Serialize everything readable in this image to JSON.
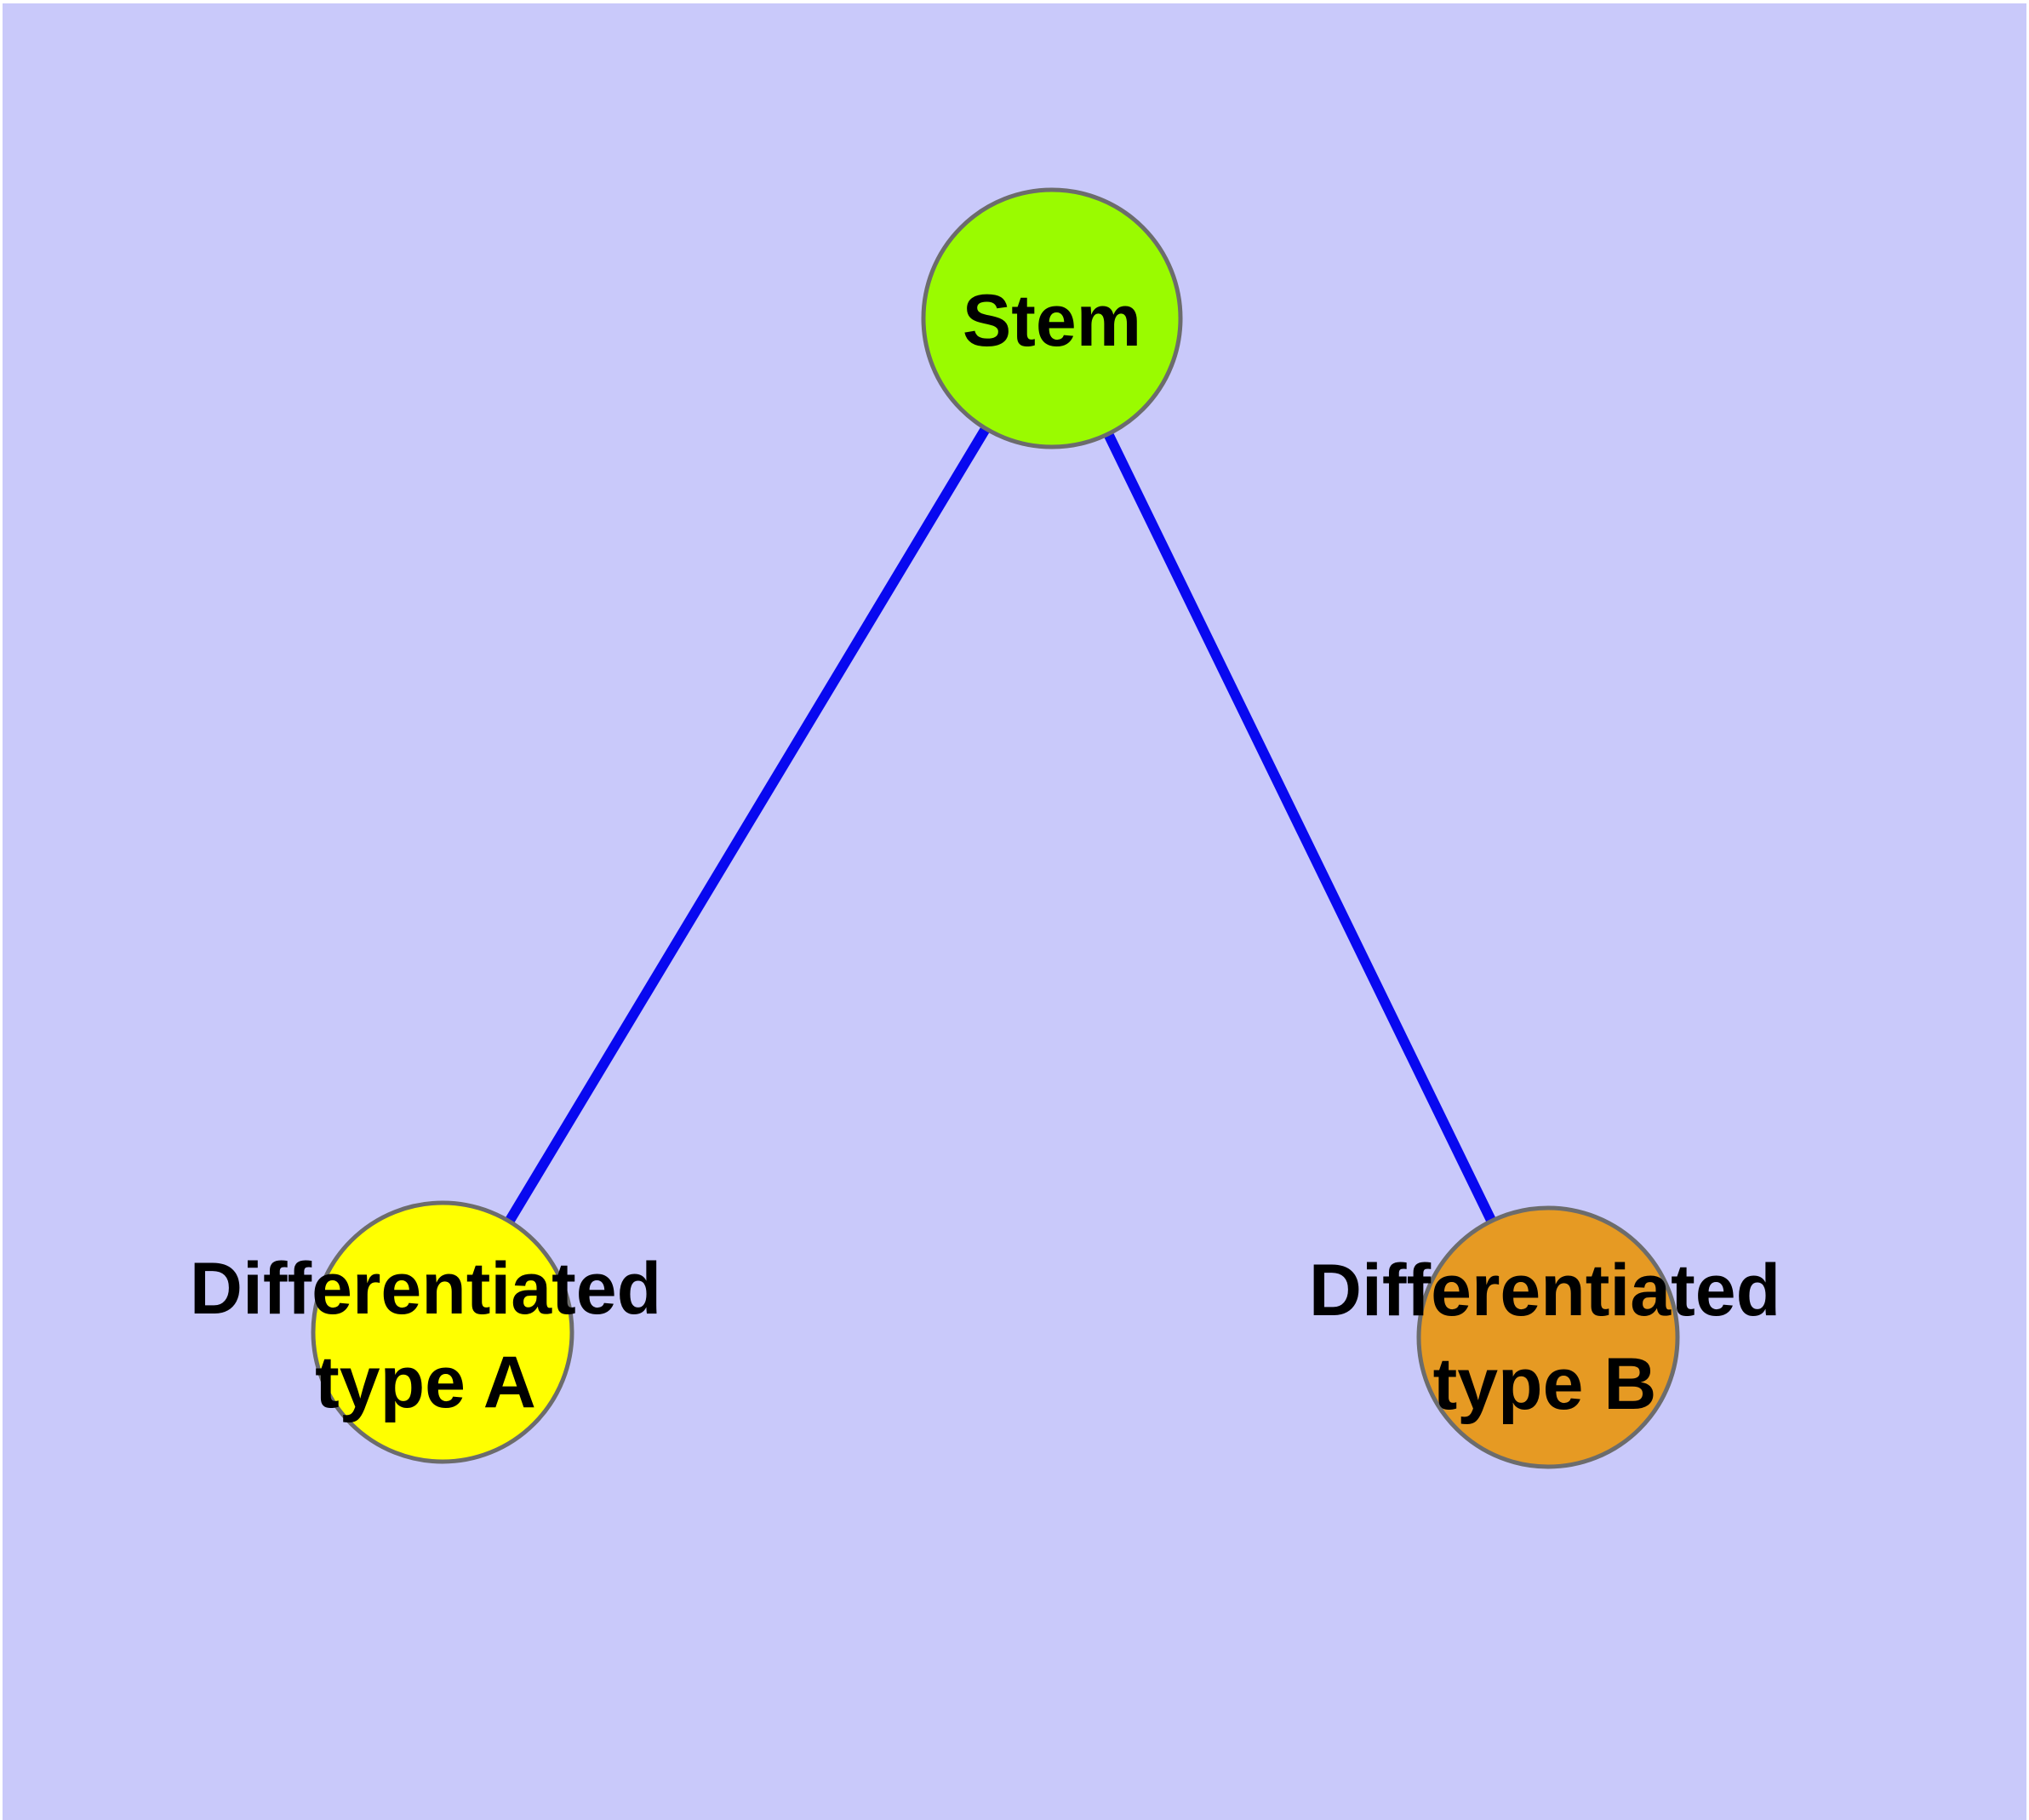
{
  "palette": {
    "background": "#C9C9FA",
    "page_margin": "#FFFFFF",
    "edge_color": "#0808F0",
    "node_border": "#6C6C6C",
    "label_color": "#000000"
  },
  "graph": {
    "nodes": [
      {
        "id": "stem",
        "label": "Stem",
        "label_lines": [
          "Stem"
        ],
        "fill": "#9AFB00"
      },
      {
        "id": "diff-a",
        "label": "Differentiated type A",
        "label_lines": [
          "Differentiated",
          "type A"
        ],
        "fill": "#FFFF00"
      },
      {
        "id": "diff-b",
        "label": "Differentiated type B",
        "label_lines": [
          "Differentiated",
          "type B"
        ],
        "fill": "#E69A23"
      }
    ],
    "edges": [
      {
        "from": "Stem",
        "to": "Differentiated type A"
      },
      {
        "from": "Stem",
        "to": "Differentiated type B"
      }
    ]
  }
}
